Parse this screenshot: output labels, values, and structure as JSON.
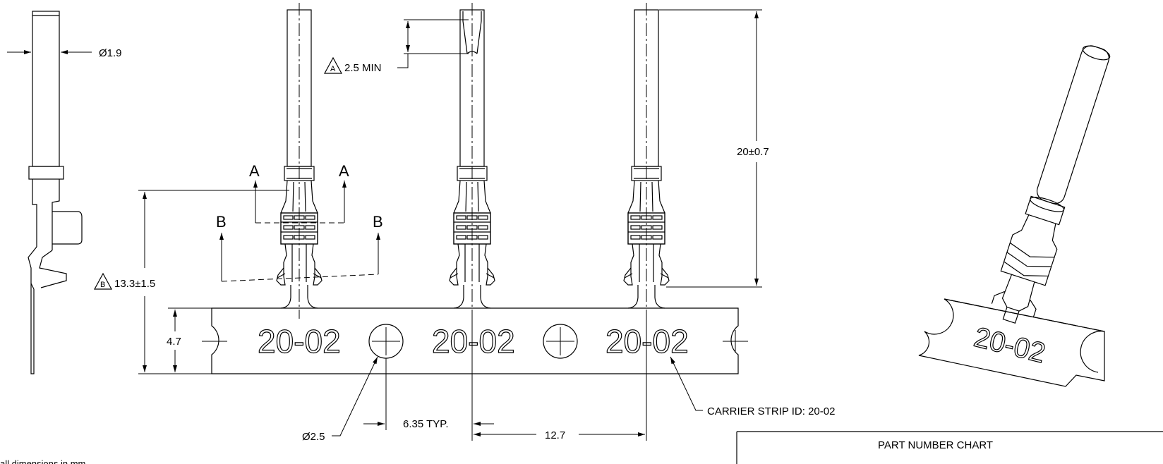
{
  "dimensions": {
    "pin_diameter": "Ø1.9",
    "contact_length": "20±0.7",
    "min_a": "2.5 MIN",
    "height_b": "13.3±1.5",
    "strip_width": "4.7",
    "hole_diameter": "Ø2.5",
    "hole_offset": "6.35 TYP.",
    "pitch": "12.7"
  },
  "callouts": {
    "flag_a": "A",
    "flag_b": "B",
    "carrier_strip_id": "CARRIER STRIP ID: 20-02"
  },
  "section_marks": {
    "a_left": "A",
    "a_right": "A",
    "b_left": "B",
    "b_right": "B"
  },
  "strip_stamp": "20-02",
  "part_chart_title": "PART NUMBER CHART",
  "bottom_left_note": "all dimensions in mm"
}
